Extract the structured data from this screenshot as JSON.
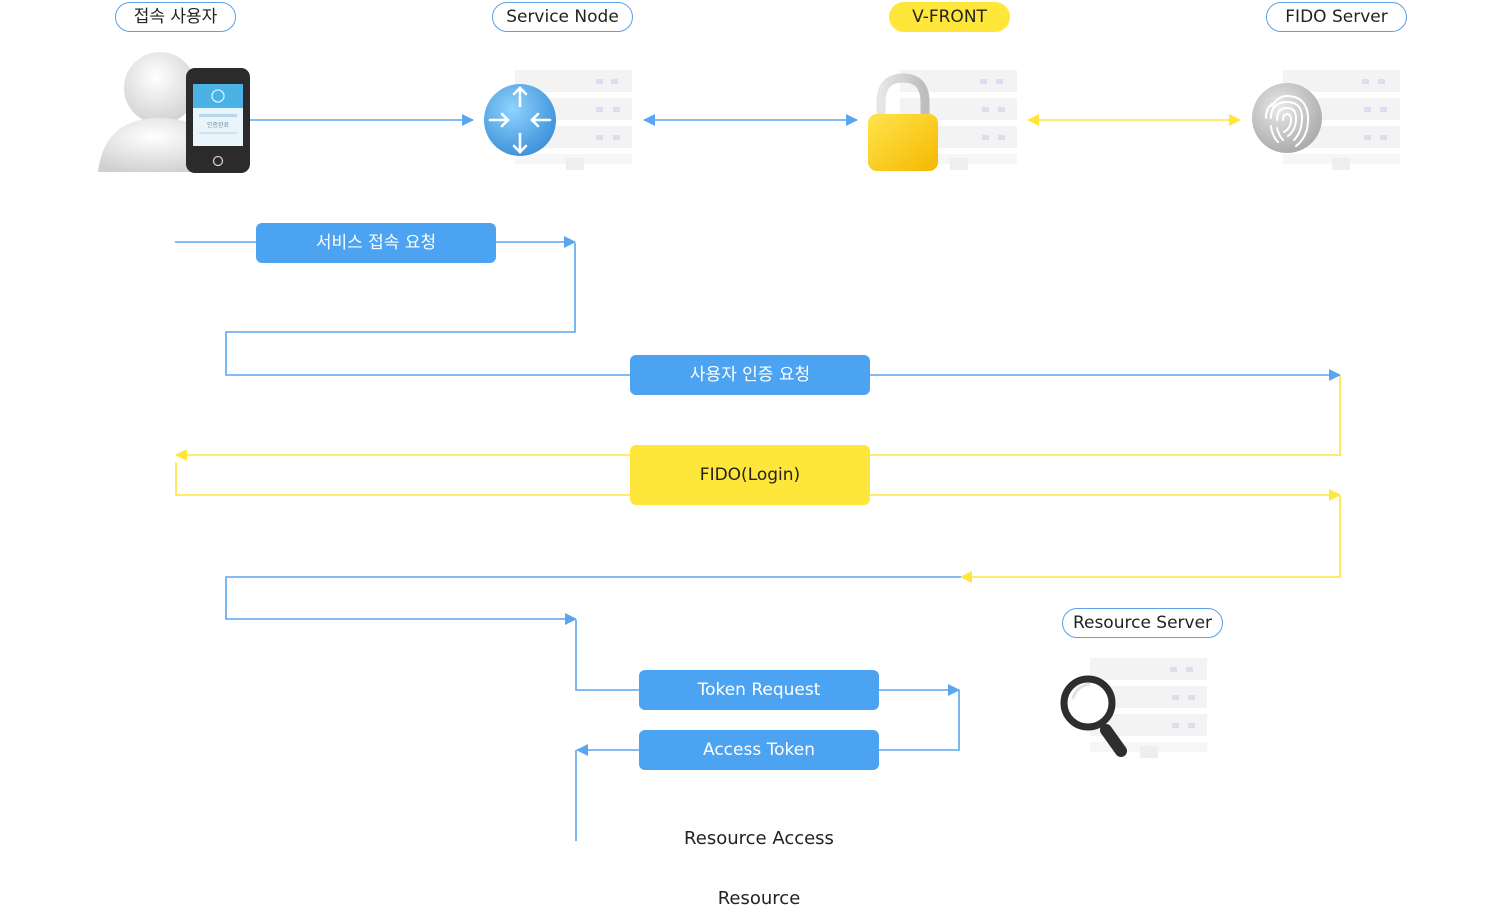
{
  "nodes": {
    "user": "접속 사용자",
    "service_node": "Service Node",
    "vfront": "V-FRONT",
    "fido_server": "FIDO Server",
    "resource_server": "Resource Server"
  },
  "phone_screen_text": "인증완료",
  "steps": {
    "service_request": "서비스 접속 요청",
    "auth_request": "사용자 인증 요청",
    "fido_login": "FIDO(Login)",
    "token_request": "Token Request",
    "access_token": "Access Token",
    "resource_access": "Resource Access",
    "resource": "Resource"
  },
  "colors": {
    "blue_line": "#5aa6f0",
    "yellow_line": "#ffe63b",
    "blue_box": "#4ba3f2",
    "yellow_box": "#ffe63b"
  },
  "icons": {
    "user": "user-with-phone-icon",
    "service_node": "router-icon",
    "vfront": "padlock-icon",
    "fido": "fingerprint-icon",
    "resource": "magnifier-icon"
  }
}
